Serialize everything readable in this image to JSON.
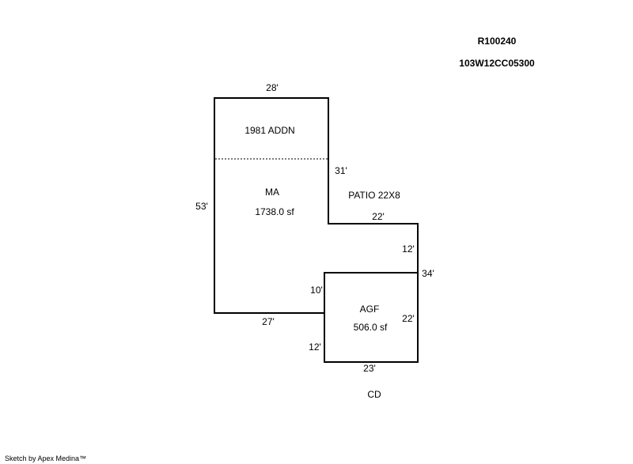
{
  "header": {
    "parcel_id": "R100240",
    "account_id": "103W12CC05300"
  },
  "areas": {
    "addition": {
      "label": "1981 ADDN"
    },
    "main": {
      "label": "MA",
      "area": "1738.0 sf"
    },
    "garage": {
      "label": "AGF",
      "area": "506.0 sf"
    },
    "patio": {
      "label": "PATIO 22X8"
    },
    "deck": {
      "label": "CD"
    }
  },
  "dimensions": {
    "top": "28'",
    "left": "53'",
    "right_upper": "31'",
    "step_top": "22'",
    "step_right": "12'",
    "outer_right": "34'",
    "bottom_left": "27'",
    "garage_left_upper": "10'",
    "garage_left_lower": "12'",
    "garage_right": "22'",
    "garage_bottom": "23'"
  },
  "colors": {
    "line": "#000000",
    "divider": "#555555",
    "background": "#ffffff"
  },
  "footer": {
    "credit": "Sketch by Apex Medina™"
  }
}
